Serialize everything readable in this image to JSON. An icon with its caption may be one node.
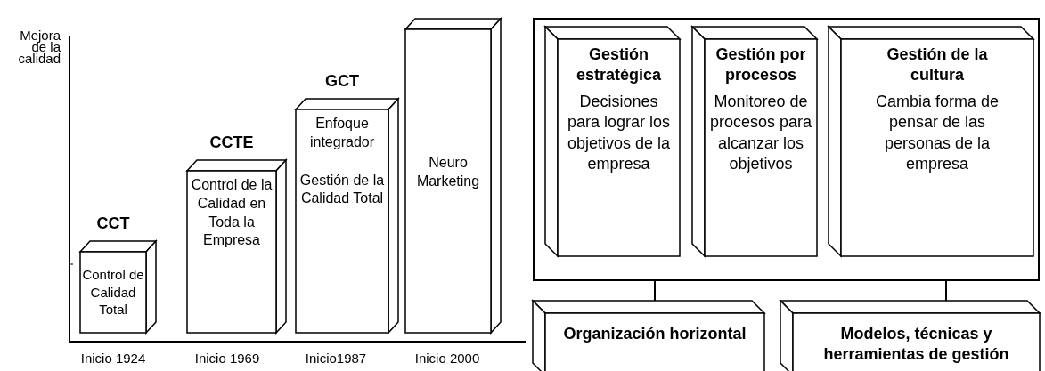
{
  "diagram": {
    "nodes": [
      {
        "text": [
          "CCT",
          "Control de Calidad Total"
        ]
      },
      {
        "text": [
          "CCTE",
          "Control de la Calidad en Toda la Empresa"
        ]
      },
      {
        "text": [
          "GCT",
          "Enfoque integrador",
          "Gestión de la Calidad Total"
        ]
      },
      {
        "text": [
          "Neuro Marketing"
        ]
      },
      {
        "text": [],
        "shape": "box"
      },
      {
        "text": [
          "Gestión estratégica",
          "Decisiones para lograr los objetivos de la empresa"
        ],
        "in": 4
      },
      {
        "text": [
          "Gestión por procesos",
          "Monitoreo de procesos para alcanzar los objetivos"
        ],
        "in": 4
      },
      {
        "text": [
          "Gestión de la cultura",
          "Cambia forma de pensar de las personas de la empresa"
        ],
        "in": 4
      },
      {
        "text": [
          "Organización horizontal"
        ]
      },
      {
        "text": [
          "Modelos, técnicas y herramientas de gestión"
        ]
      }
    ],
    "edges": [
      {
        "from": 4,
        "to": 8,
        "arrow": "none"
      },
      {
        "from": 4,
        "to": 9,
        "arrow": "none"
      }
    ],
    "labels": [
      "Mejora de la calidad",
      "Inicio 1924",
      "Inicio 1969",
      "Inicio1987",
      "Inicio 2000"
    ]
  }
}
